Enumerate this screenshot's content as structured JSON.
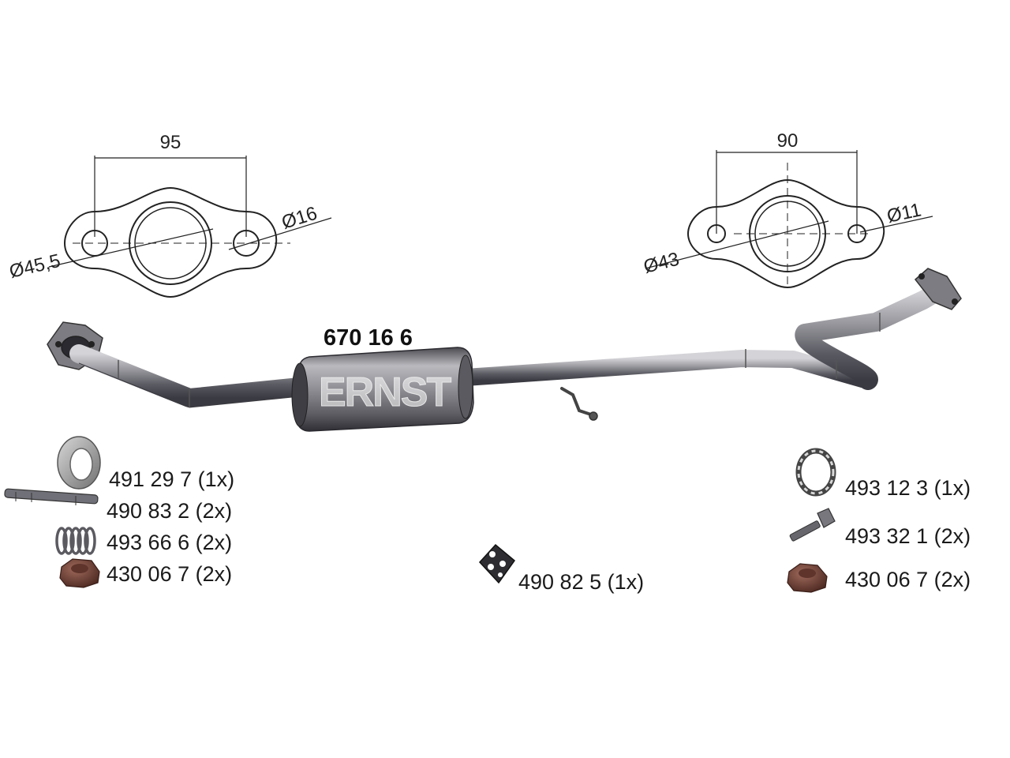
{
  "product": {
    "part_number": "670 16 6",
    "brand": "ERNST"
  },
  "left_flange": {
    "spacing_label": "95",
    "bore_label": "Ø45,5",
    "bolt_hole_label": "Ø16"
  },
  "right_flange": {
    "spacing_label": "90",
    "bore_label": "Ø43",
    "bolt_hole_label": "Ø11"
  },
  "accessories": [
    {
      "label": "491 29 7 (1x)",
      "icon": "gasket-ring-icon"
    },
    {
      "label": "490 83 2 (2x)",
      "icon": "stud-bolt-icon"
    },
    {
      "label": "493 66 6 (2x)",
      "icon": "spring-icon"
    },
    {
      "label": "430 06 7 (2x)",
      "icon": "hex-nut-icon"
    },
    {
      "label": "490 82 5 (1x)",
      "icon": "rubber-hanger-icon"
    },
    {
      "label": "493 12 3 (1x)",
      "icon": "sealing-ring-icon"
    },
    {
      "label": "493 32 1 (2x)",
      "icon": "bolt-icon"
    },
    {
      "label": "430 06 7 (2x)",
      "icon": "hex-nut-icon"
    }
  ],
  "colors": {
    "pipe": "#8c8c92",
    "nut": "#7a4a3e",
    "drawing_line": "#222222"
  }
}
